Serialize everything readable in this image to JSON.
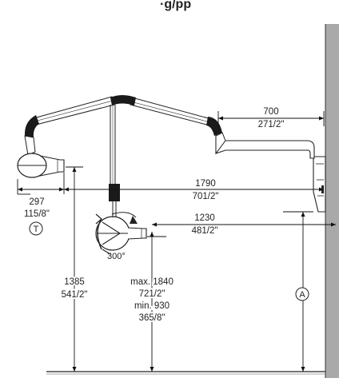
{
  "drawing": {
    "header_partial": "·g/pp",
    "dims": {
      "arm_reach": {
        "mm": "700",
        "inch": "271/2\""
      },
      "total_reach": {
        "mm": "1790",
        "inch": "701/2\""
      },
      "inner_reach": {
        "mm": "1230",
        "inch": "481/2\""
      },
      "head_offset": {
        "mm": "297",
        "inch": "115/8\""
      },
      "head_height": {
        "mm": "1385",
        "inch": "541/2\""
      },
      "height_range": {
        "max": "max. 1840",
        "max_inch": "721/2\"",
        "min": "min. 930",
        "min_inch": "365/8\""
      }
    },
    "rotation": "300°",
    "markers": {
      "T": "T",
      "A": "A"
    }
  }
}
